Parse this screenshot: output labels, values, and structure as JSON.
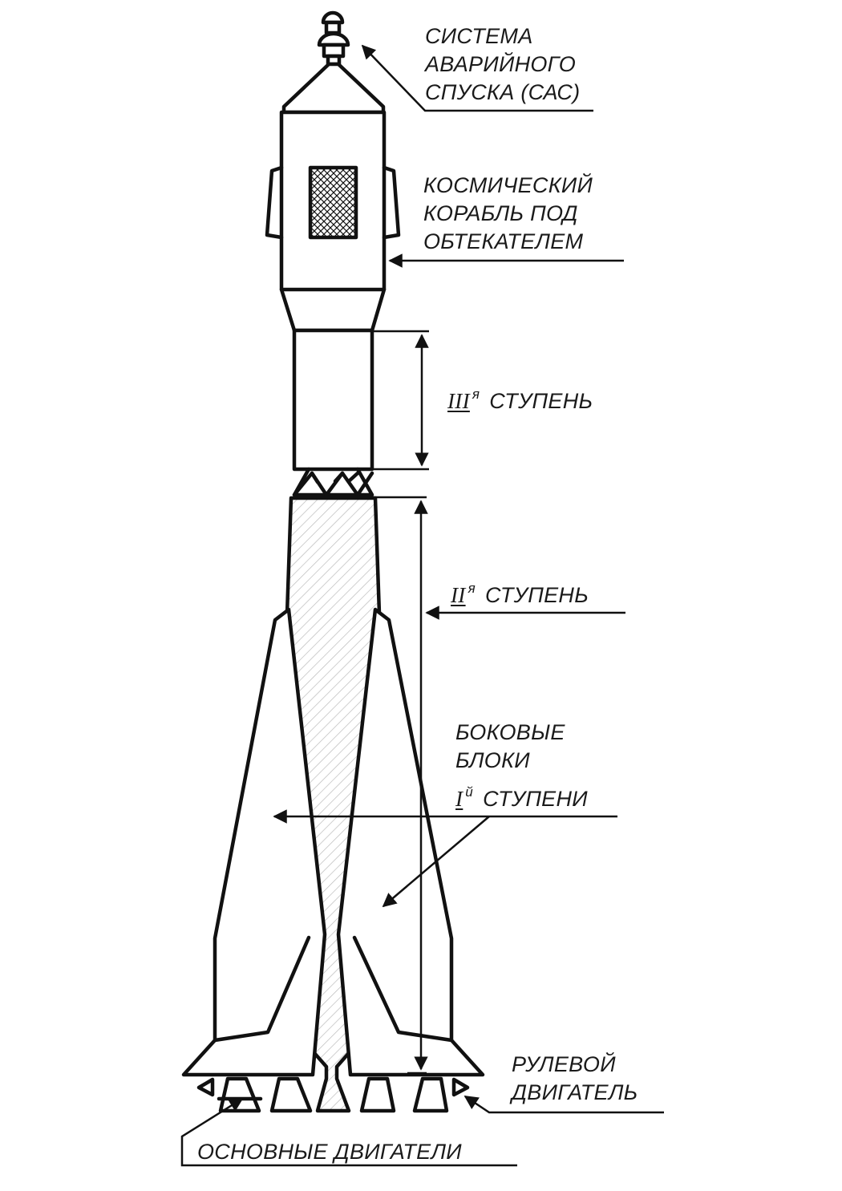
{
  "labels": {
    "escape_system": [
      "СИСТЕМА",
      "АВАРИЙНОГО",
      "СПУСКА (САС)"
    ],
    "spacecraft": [
      "КОСМИЧЕСКИЙ",
      "КОРАБЛЬ ПОД",
      "ОБТЕКАТЕЛЕМ"
    ],
    "stage3": {
      "numeral": "III",
      "suffix": "я",
      "text": "СТУПЕНЬ"
    },
    "stage2": {
      "numeral": "II",
      "suffix": "я",
      "text": "СТУПЕНЬ"
    },
    "side_blocks": {
      "lines": [
        "БОКОВЫЕ",
        "БЛОКИ"
      ],
      "numeral": "I",
      "suffix": "й",
      "text": "СТУПЕНИ"
    },
    "vernier_engine": [
      "РУЛЕВОЙ",
      "ДВИГАТЕЛЬ"
    ],
    "main_engines": "ОСНОВНЫЕ ДВИГАТЕЛИ"
  },
  "colors": {
    "ink": "#111111",
    "hatch": "#bbbbbb",
    "paper": "#ffffff"
  }
}
